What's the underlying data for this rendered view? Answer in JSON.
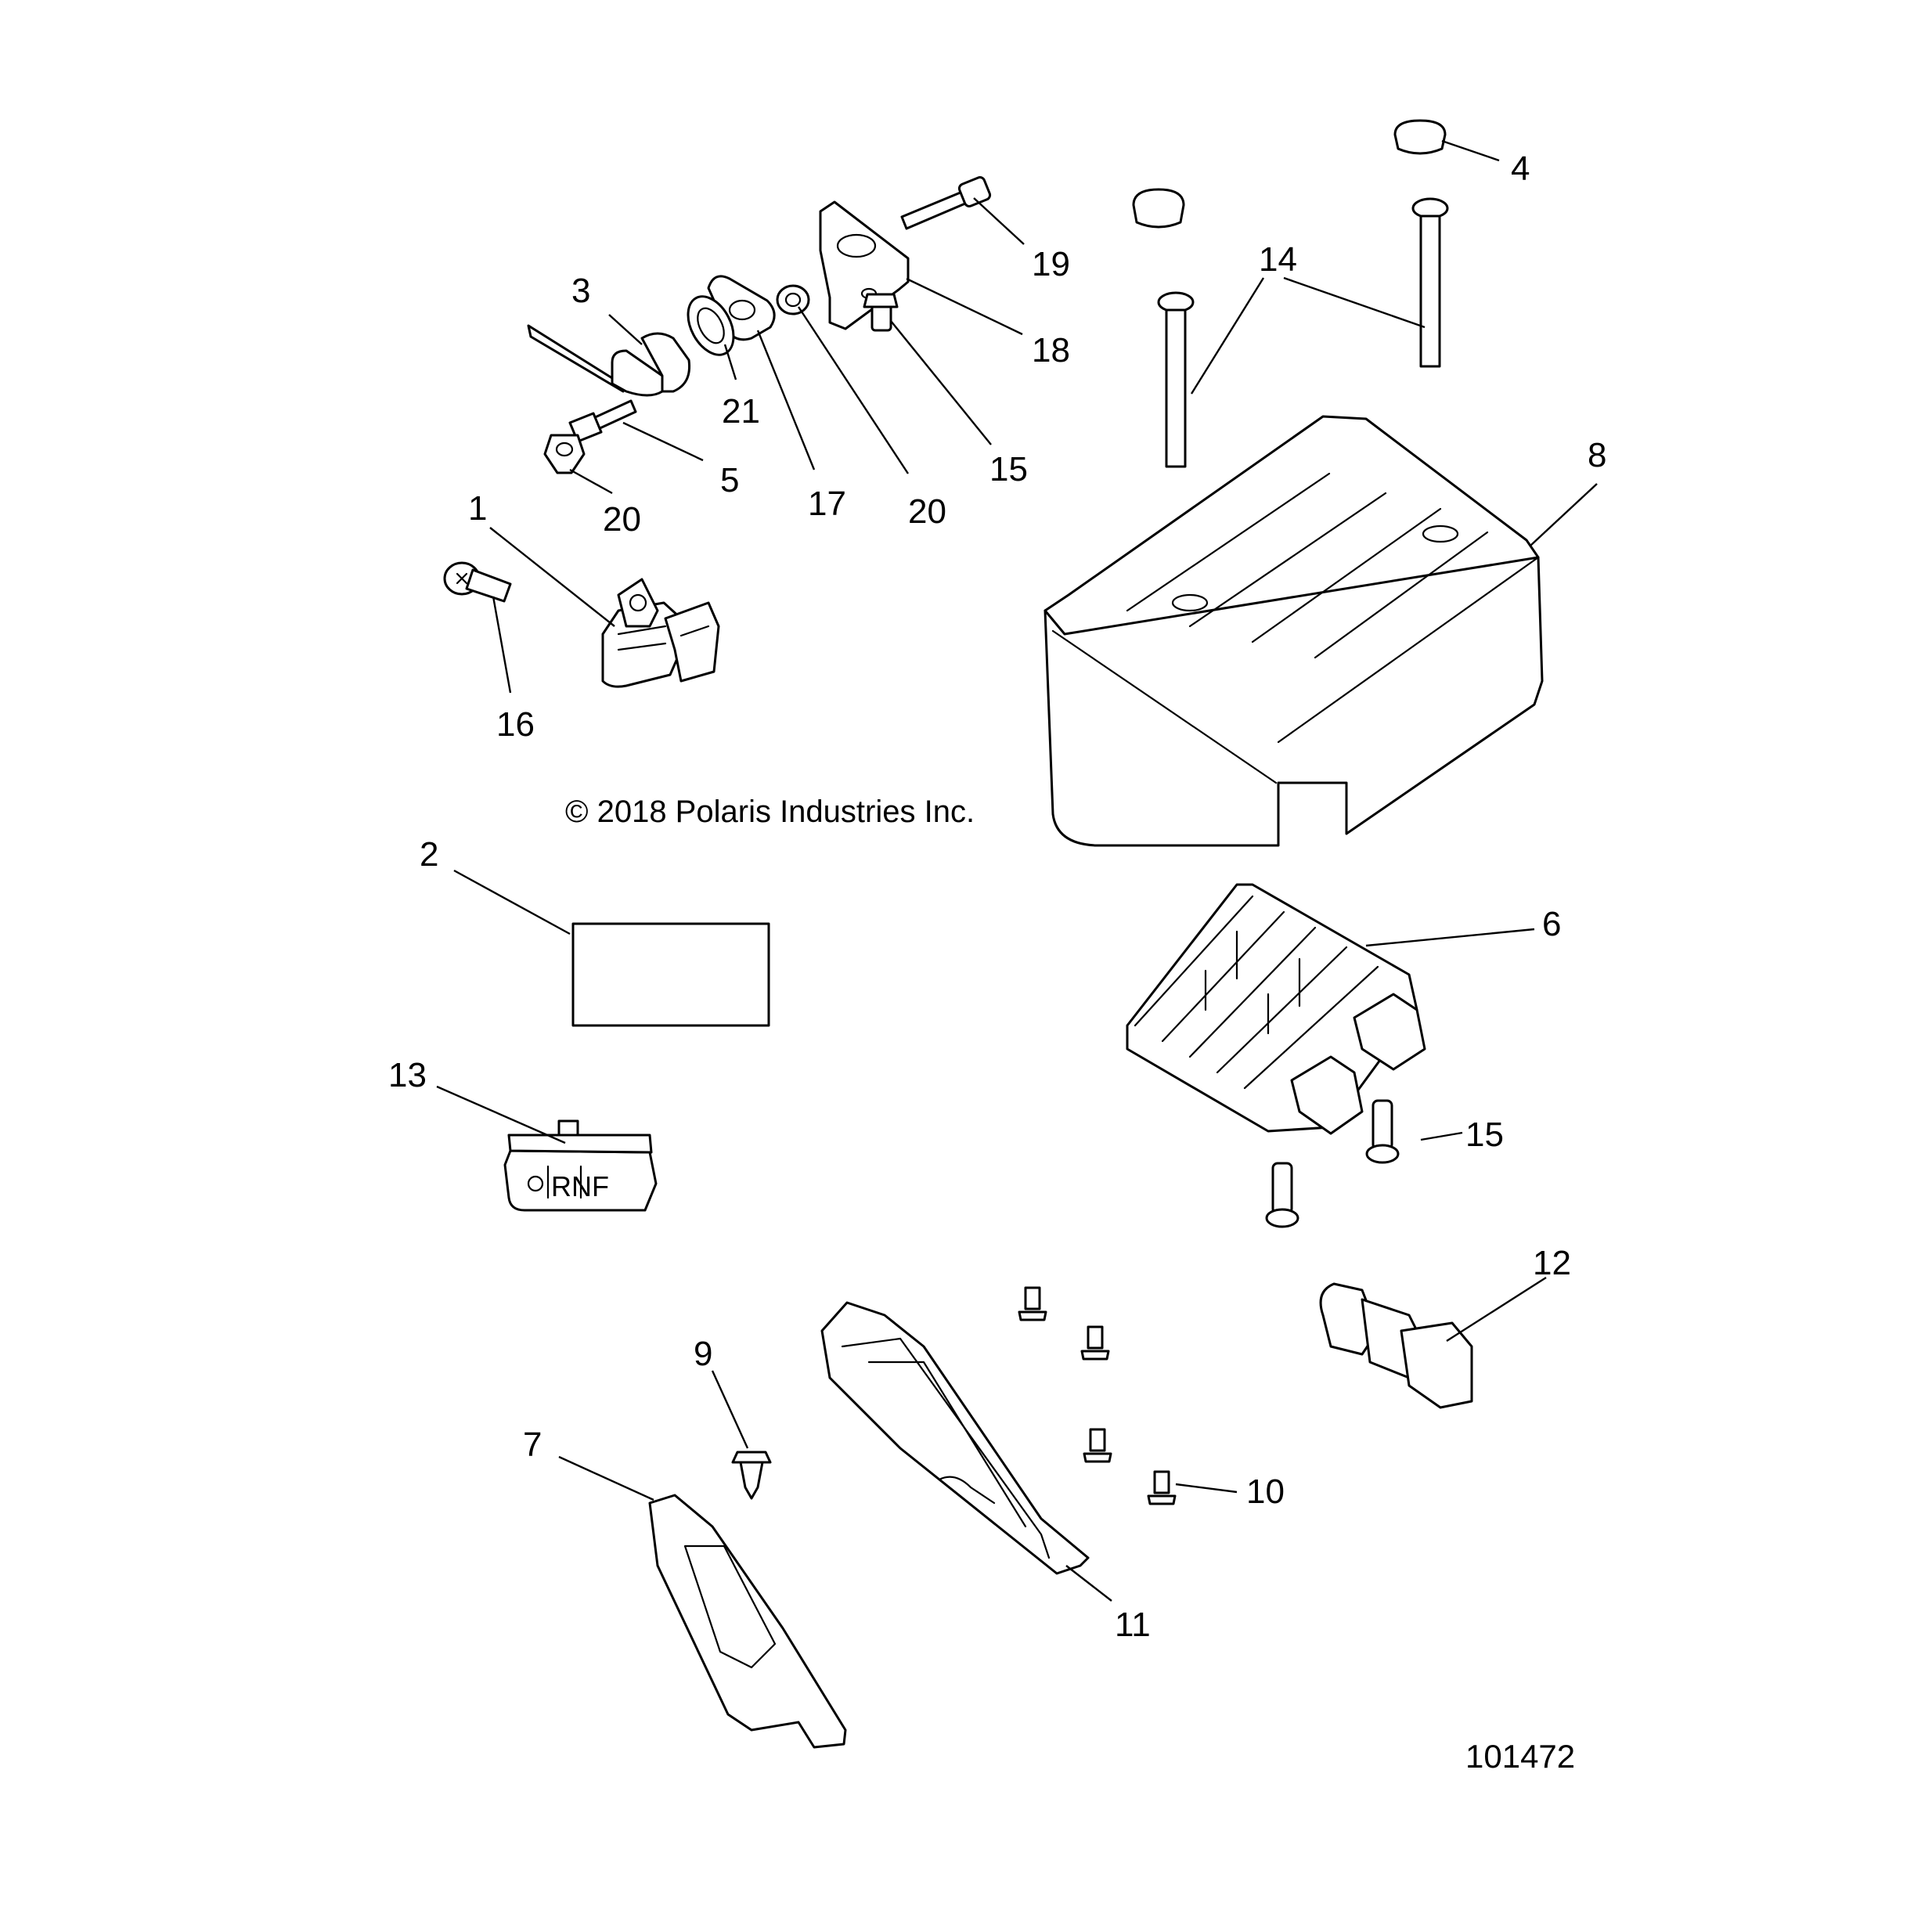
{
  "copyright": "© 2018 Polaris Industries Inc.",
  "figure_number": "101472",
  "switch_label": "RNF",
  "callouts": {
    "c1": "1",
    "c2": "2",
    "c3": "3",
    "c4": "4",
    "c5": "5",
    "c6": "6",
    "c7": "7",
    "c8": "8",
    "c9": "9",
    "c10": "10",
    "c11": "11",
    "c12": "12",
    "c13": "13",
    "c14": "14",
    "c15a": "15",
    "c15b": "15",
    "c16": "16",
    "c17": "17",
    "c18": "18",
    "c19": "19",
    "c20a": "20",
    "c20b": "20",
    "c21": "21"
  }
}
